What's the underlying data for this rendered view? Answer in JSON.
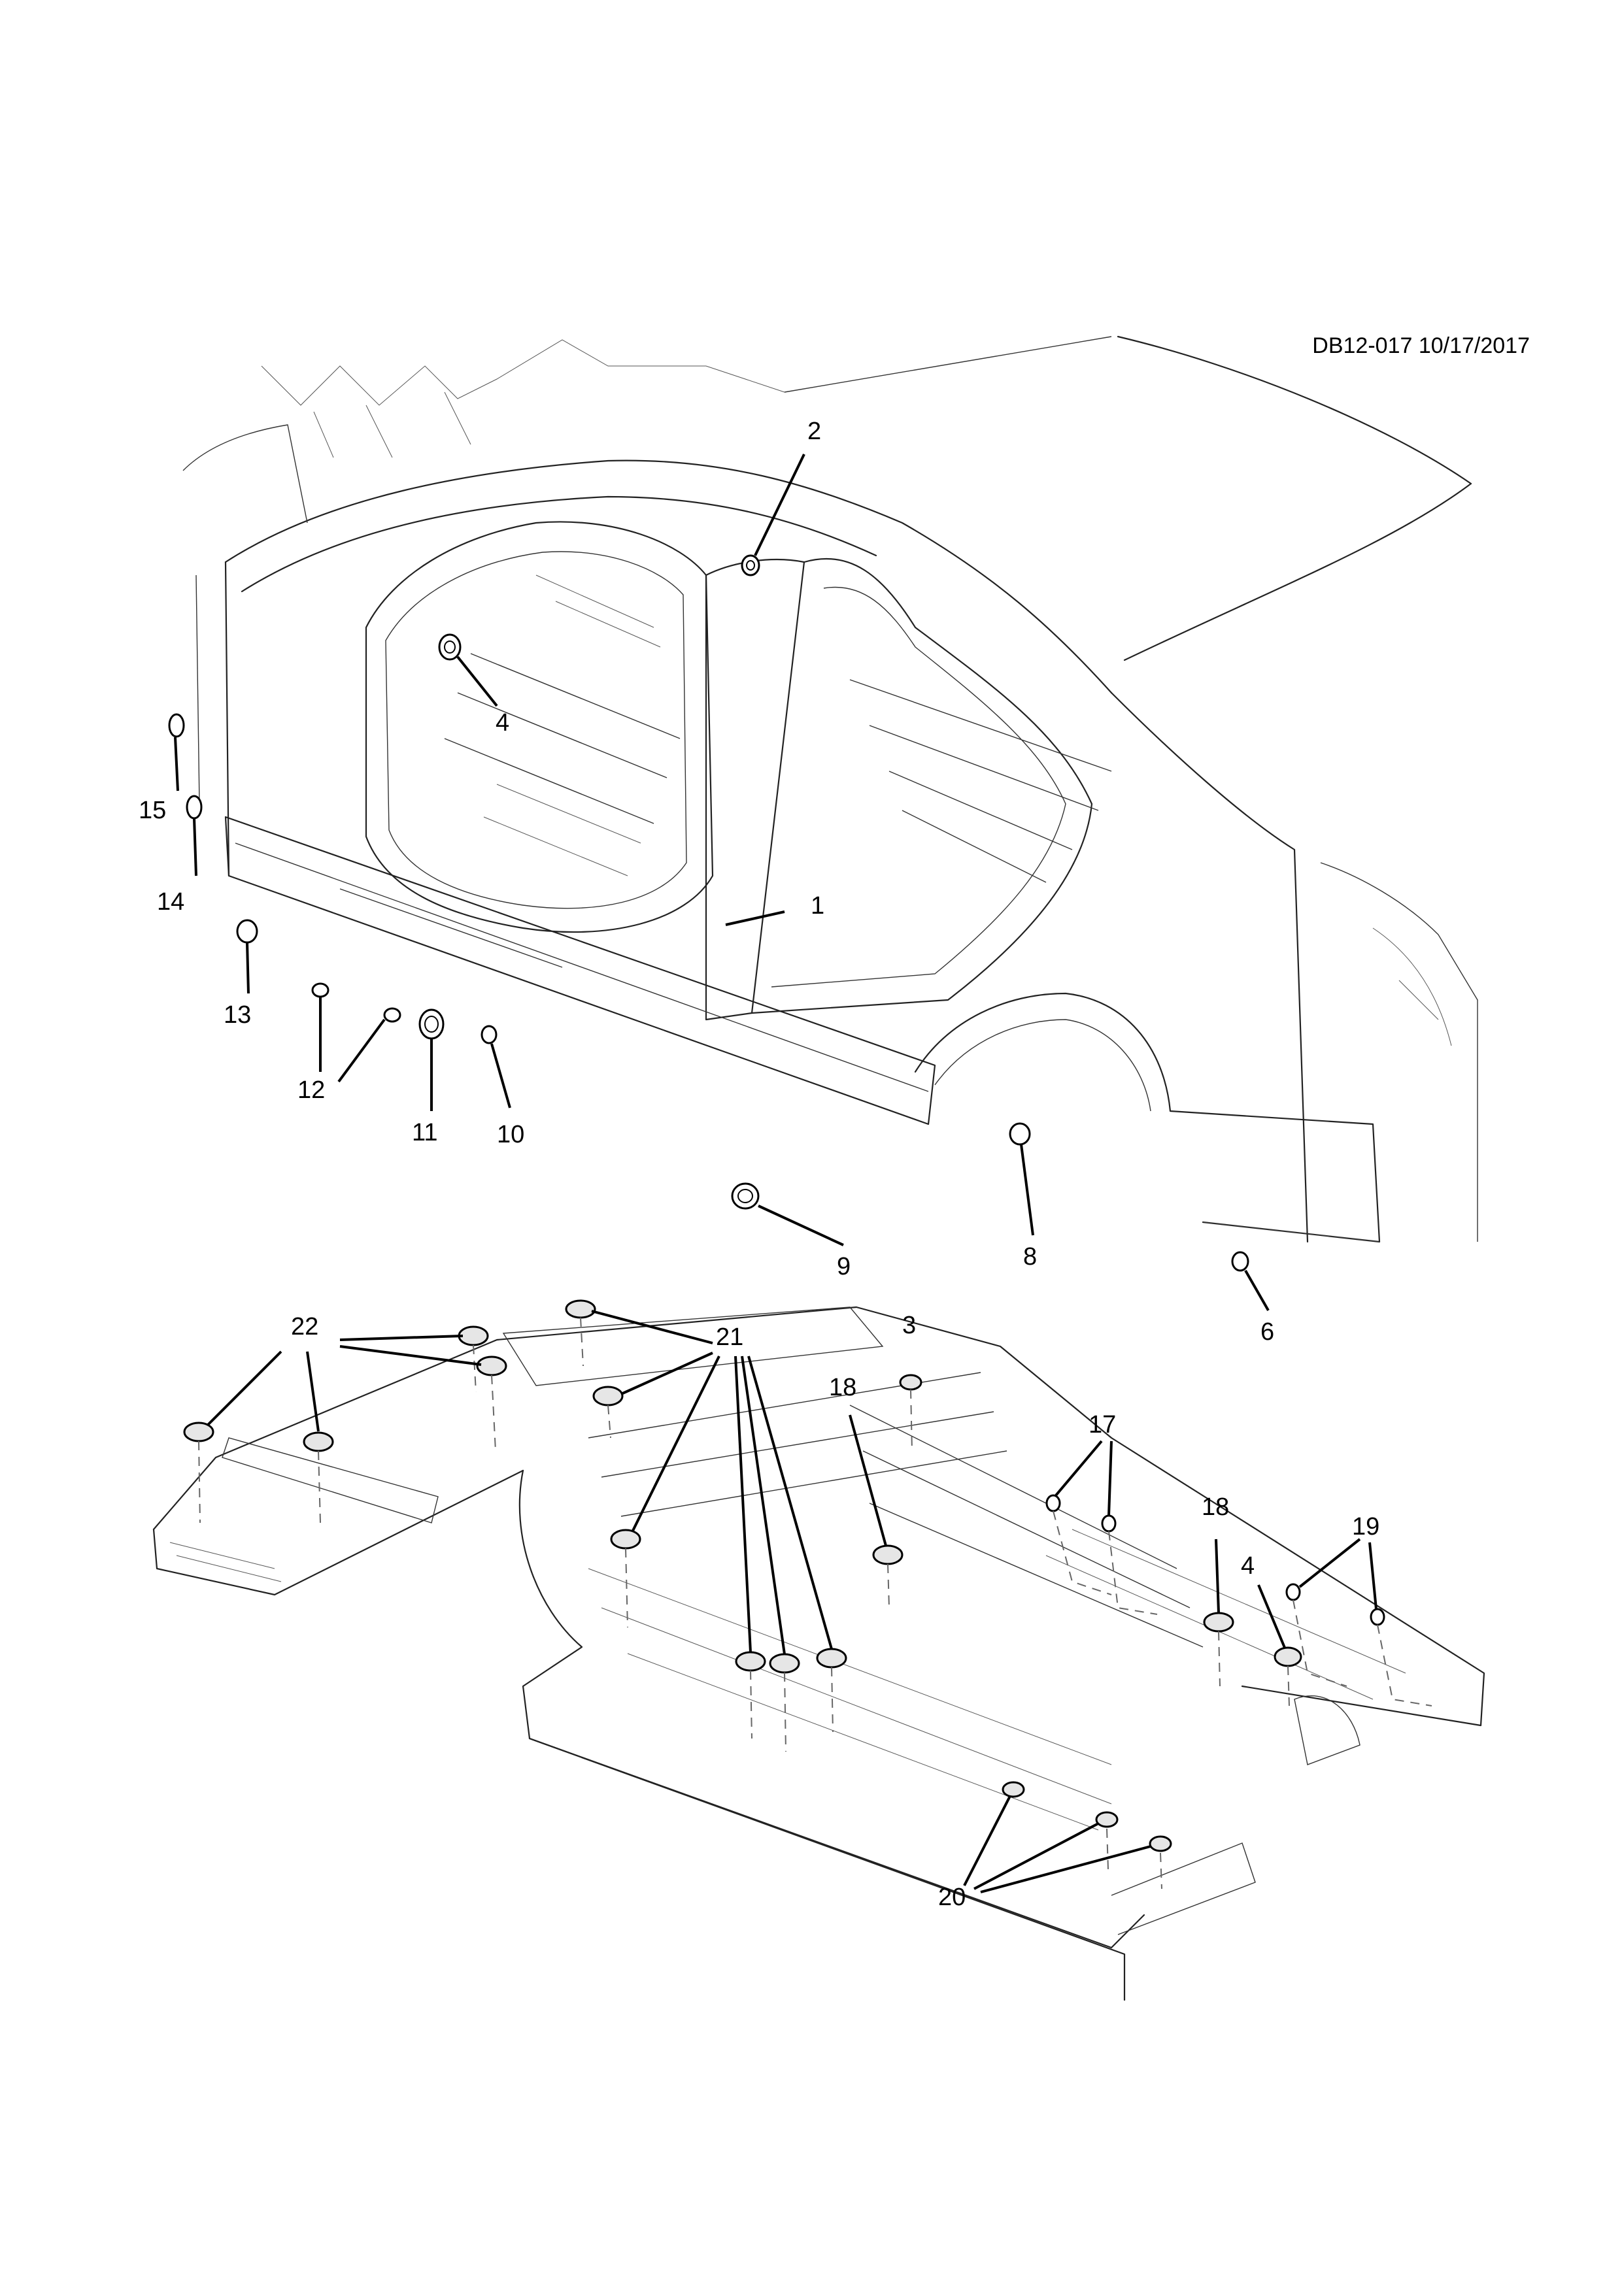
{
  "document_id": "DB12-017 10/17/2017",
  "callouts": {
    "c1": "1",
    "c2": "2",
    "c3": "3",
    "c4a": "4",
    "c4b": "4",
    "c6": "6",
    "c8": "8",
    "c9": "9",
    "c10": "10",
    "c11": "11",
    "c12": "12",
    "c13": "13",
    "c14": "14",
    "c15": "15",
    "c17": "17",
    "c18a": "18",
    "c18b": "18",
    "c19": "19",
    "c20": "20",
    "c21": "21",
    "c22": "22"
  }
}
